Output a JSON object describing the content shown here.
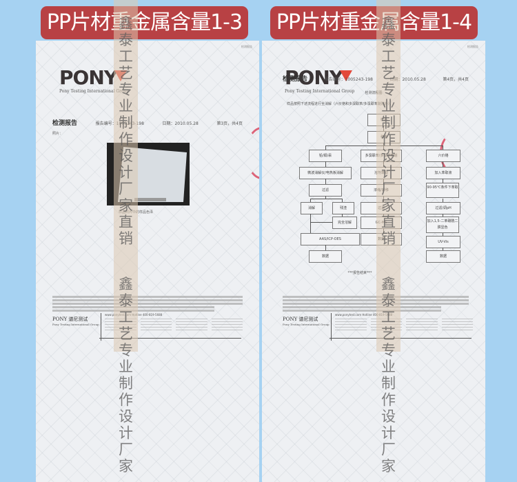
{
  "banners": {
    "left": "PP片材重金属含量1-3",
    "right": "PP片材重金属含量1-4"
  },
  "colors": {
    "background": "#a6d2f2",
    "banner": "#b84144",
    "logo_accent": "#e3493a",
    "stamp": "#d9415a"
  },
  "watermark": {
    "chars_top": [
      "鑫",
      "泰",
      "工",
      "艺",
      "专",
      "业",
      "制",
      "作",
      "设",
      "计",
      "厂",
      "家",
      "直",
      "销"
    ],
    "chars_bottom": [
      "鑫",
      "泰",
      "工",
      "艺",
      "专",
      "业",
      "制",
      "作",
      "设",
      "计",
      "厂",
      "家"
    ]
  },
  "left_page": {
    "corner": "检测报告",
    "logo": "PONY",
    "logo_sub": "Pony Testing International Group",
    "report_title": "检测报告",
    "report_no": "报告编号：1005243-198",
    "date": "日期：2010.05.28",
    "page": "第3页，共4页",
    "photo_label": "照片：",
    "photo_caption": "样品照片中的样品色泽",
    "footer_brand": "PONY 谱尼测试",
    "footer_brand_sub": "Pony Testing International Group",
    "footer_contact": "www.ponytest.com   Hotline 400-819-5688"
  },
  "right_page": {
    "corner": "检测报告",
    "logo": "PONY",
    "logo_sub": "Pony Testing International Group",
    "report_title": "检测报告",
    "report_no": "报告编号：1005243-198",
    "date": "日期：2010.05.28",
    "page": "第4页，共4页",
    "flow_title": "检测流程图",
    "flow_intro": "样品按照下述流程进行全消解（六价铬和多溴联苯/多溴联苯醚除外）。",
    "flow": {
      "sample": "样品",
      "prep": "称重",
      "branch_a": "铅/镉/汞",
      "branch_b": "多溴联苯/多溴联苯醚",
      "branch_c": "六价铬",
      "a1": "微波消解仪/电热板消解",
      "a2": "过滤",
      "a3_left": "消解",
      "a3_right": "残渣",
      "a4": "完全溶解",
      "a5": "AAS/ICP-OES",
      "a6": "数据",
      "b1": "溶剂萃取",
      "b2": "浓缩/转移",
      "b3": "过滤",
      "b4": "GC-MS",
      "b5": "数据",
      "c1": "加入萃取液",
      "c2": "90-95℃条件下萃取",
      "c3": "过滤/调pH",
      "c4": "加入1,5-二苯碳酰二肼显色",
      "c5": "UV-Vis",
      "c6": "数据"
    },
    "end_note": "***报告结束***",
    "footer_brand": "PONY 谱尼测试",
    "footer_brand_sub": "Pony Testing International Group",
    "footer_contact": "www.ponytest.com   Hotline 400-819-5688"
  }
}
